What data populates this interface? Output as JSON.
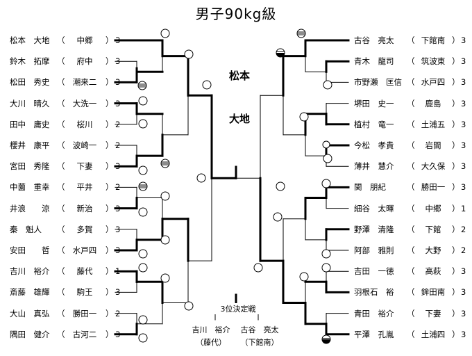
{
  "title": "男子90kg級",
  "left_entries": [
    {
      "name": "松本　大地",
      "club": "中郷",
      "score": "3"
    },
    {
      "name": "鈴木　拓摩",
      "club": "府中",
      "score": "3"
    },
    {
      "name": "松田　秀史",
      "club": "潮来二",
      "score": "3"
    },
    {
      "name": "大川　晴久",
      "club": "大洗一",
      "score": "3"
    },
    {
      "name": "田中　庸史",
      "club": "桜川",
      "score": "2"
    },
    {
      "name": "櫻井　康平",
      "club": "波崎一",
      "score": "2"
    },
    {
      "name": "宮田　秀隆",
      "club": "下妻",
      "score": "3"
    },
    {
      "name": "中薗　重幸",
      "club": "平井",
      "score": "2"
    },
    {
      "name": "井浪　　涼",
      "club": "新治",
      "score": "3"
    },
    {
      "name": "秦　魁人",
      "club": "多賀",
      "score": "3"
    },
    {
      "name": "安田　　哲",
      "club": "水戸四",
      "score": "3"
    },
    {
      "name": "吉川　裕介",
      "club": "藤代",
      "score": "1"
    },
    {
      "name": "斎藤　雄輝",
      "club": "駒王",
      "score": "3"
    },
    {
      "name": "大山　真弘",
      "club": "勝田一",
      "score": "2"
    },
    {
      "name": "隅田　健介",
      "club": "古河二",
      "score": "3"
    }
  ],
  "right_entries": [
    {
      "name": "古谷　亮太",
      "club": "下館南",
      "score": "3"
    },
    {
      "name": "青木　龍司",
      "club": "筑波東",
      "score": "3"
    },
    {
      "name": "市野瀬　匡信",
      "club": "水戸四",
      "score": "3"
    },
    {
      "name": "堺田　史一",
      "club": "鹿島",
      "score": "3"
    },
    {
      "name": "植村　竜一",
      "club": "土浦五",
      "score": "3"
    },
    {
      "name": "今松　孝貴",
      "club": "岩間",
      "score": "3"
    },
    {
      "name": "薄井　慧介",
      "club": "大久保",
      "score": "3"
    },
    {
      "name": "関　朋紀",
      "club": "勝田一",
      "score": "3"
    },
    {
      "name": "細谷　太暉",
      "club": "中郷",
      "score": "1"
    },
    {
      "name": "野澤　清隆",
      "club": "下館",
      "score": "2"
    },
    {
      "name": "阿部　雅則",
      "club": "大野",
      "score": "2"
    },
    {
      "name": "吉田　一徳",
      "club": "高萩",
      "score": "3"
    },
    {
      "name": "羽根石　裕",
      "club": "鉾田南",
      "score": "3"
    },
    {
      "name": "青田　裕介",
      "club": "下妻",
      "score": "3"
    },
    {
      "name": "平澤　孔胤",
      "club": "土浦四",
      "score": "3"
    }
  ],
  "champion": {
    "line1": "松本",
    "line2": "大地"
  },
  "third_place": {
    "label": "3位決定戦",
    "left": {
      "name": "吉川　裕介",
      "club": "（藤代）"
    },
    "right": {
      "name": "古谷　亮太",
      "club": "（下館南）"
    }
  },
  "punct": {
    "open": "（",
    "close": "）"
  }
}
